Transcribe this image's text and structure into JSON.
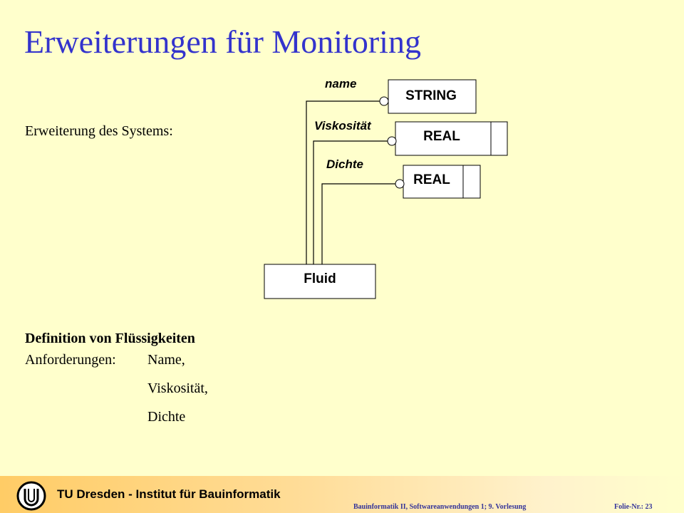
{
  "slide": {
    "title": "Erweiterungen für Monitoring",
    "subtitle": "Erweiterung des Systems:"
  },
  "diagram": {
    "entity": "Fluid",
    "attributes": [
      {
        "name": "name",
        "type": "STRING"
      },
      {
        "name": "Viskosität",
        "type": "REAL"
      },
      {
        "name": "Dichte",
        "type": "REAL"
      }
    ]
  },
  "definition": {
    "heading": "Definition von Flüssigkeiten",
    "label": "Anforderungen:",
    "items": [
      "Name,",
      "Viskosität,",
      "Dichte"
    ]
  },
  "footer": {
    "institute": "TU Dresden - Institut für Bauinformatik",
    "course": "Bauinformatik II, Softwareanwendungen 1;   9. Vorlesung",
    "slide_no": "Folie-Nr.: 23"
  },
  "colors": {
    "background": "#ffffcc",
    "title": "#3333cc",
    "footer_text": "#333399",
    "footer_gradient_start": "#ffcc66"
  }
}
